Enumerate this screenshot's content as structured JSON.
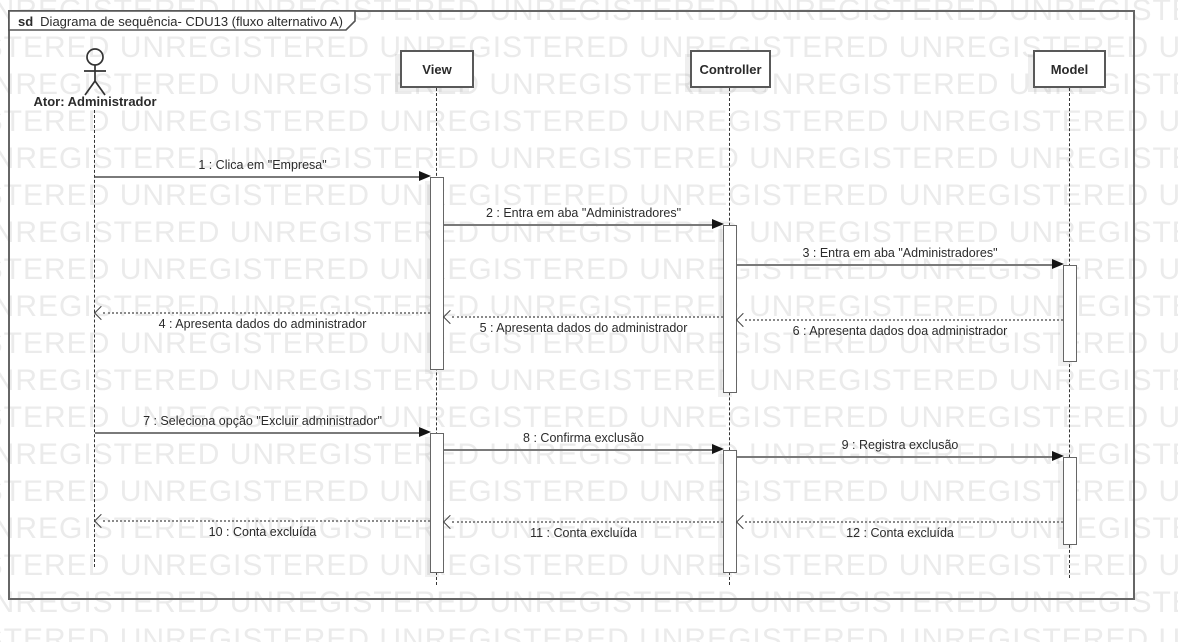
{
  "watermark": {
    "word": "UNREGISTERED",
    "row": "UNREGISTERED UNREGISTERED UNREGISTERED UNREGISTERED UNREGISTERED UNREGISTERED UNREGISTERED",
    "color": "#ebebeb"
  },
  "frame": {
    "keyword": "sd",
    "title": "Diagrama de sequência- CDU13  (fluxo alternativo A)"
  },
  "actor": {
    "label": "Ator: Administrador"
  },
  "lifelines": [
    {
      "label": "View"
    },
    {
      "label": "Controller"
    },
    {
      "label": "Model"
    }
  ],
  "messages": [
    {
      "label": "1 : Clica em \"Empresa\"",
      "kind": "call"
    },
    {
      "label": "2 : Entra em aba \"Administradores\"",
      "kind": "call"
    },
    {
      "label": "3 : Entra em aba \"Administradores\"",
      "kind": "call"
    },
    {
      "label": "4 : Apresenta dados do administrador",
      "kind": "return"
    },
    {
      "label": "5 : Apresenta dados do administrador",
      "kind": "return"
    },
    {
      "label": "6 : Apresenta dados doa administrador",
      "kind": "return"
    },
    {
      "label": "7 : Seleciona opção \"Excluir administrador\"",
      "kind": "call"
    },
    {
      "label": "8 : Confirma exclusão",
      "kind": "call"
    },
    {
      "label": "9 : Registra exclusão",
      "kind": "call"
    },
    {
      "label": "10 : Conta excluída",
      "kind": "return"
    },
    {
      "label": "11 : Conta excluída",
      "kind": "return"
    },
    {
      "label": "12 : Conta excluída",
      "kind": "return"
    }
  ],
  "colors": {
    "line": "#7a7a7a",
    "border": "#666666",
    "text": "#2b2b2b",
    "watermark": "#ebebeb"
  }
}
